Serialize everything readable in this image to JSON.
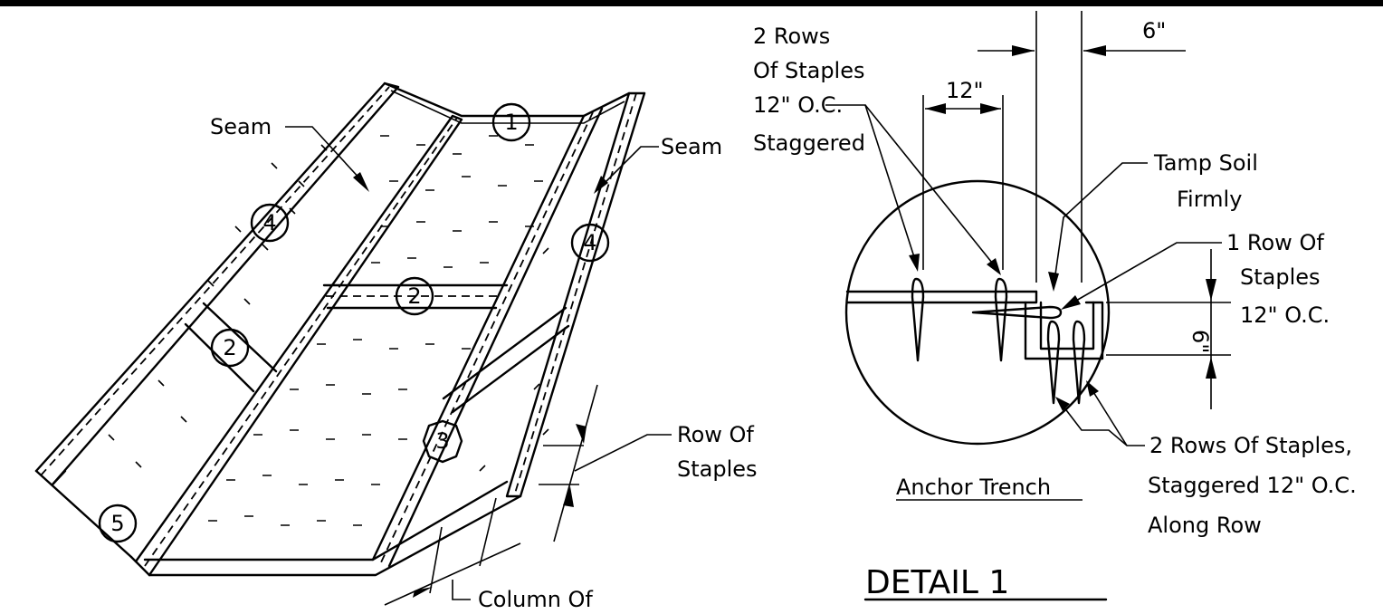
{
  "labels": {
    "seam_left": "Seam",
    "seam_right": "Seam",
    "row_of_staples_1": "Row Of",
    "row_of_staples_2": "Staples",
    "column_of": "Column Of",
    "two_rows_1": "2 Rows",
    "two_rows_2": "Of Staples",
    "two_rows_3": "12\" O.C.",
    "two_rows_4": "Staggered",
    "dim_12": "12\"",
    "dim_6_top": "6\"",
    "dim_6_side": "6\"",
    "tamp_1": "Tamp Soil",
    "tamp_2": "Firmly",
    "one_row_1": "1 Row Of",
    "one_row_2": "Staples",
    "one_row_3": "12\" O.C.",
    "stagger_1": "2 Rows Of Staples,",
    "stagger_2": "Staggered 12\" O.C.",
    "stagger_3": "Along Row",
    "anchor_trench": "Anchor Trench",
    "detail": "DETAIL 1"
  },
  "callouts": [
    "1",
    "2",
    "2",
    "3",
    "4",
    "4",
    "5"
  ]
}
